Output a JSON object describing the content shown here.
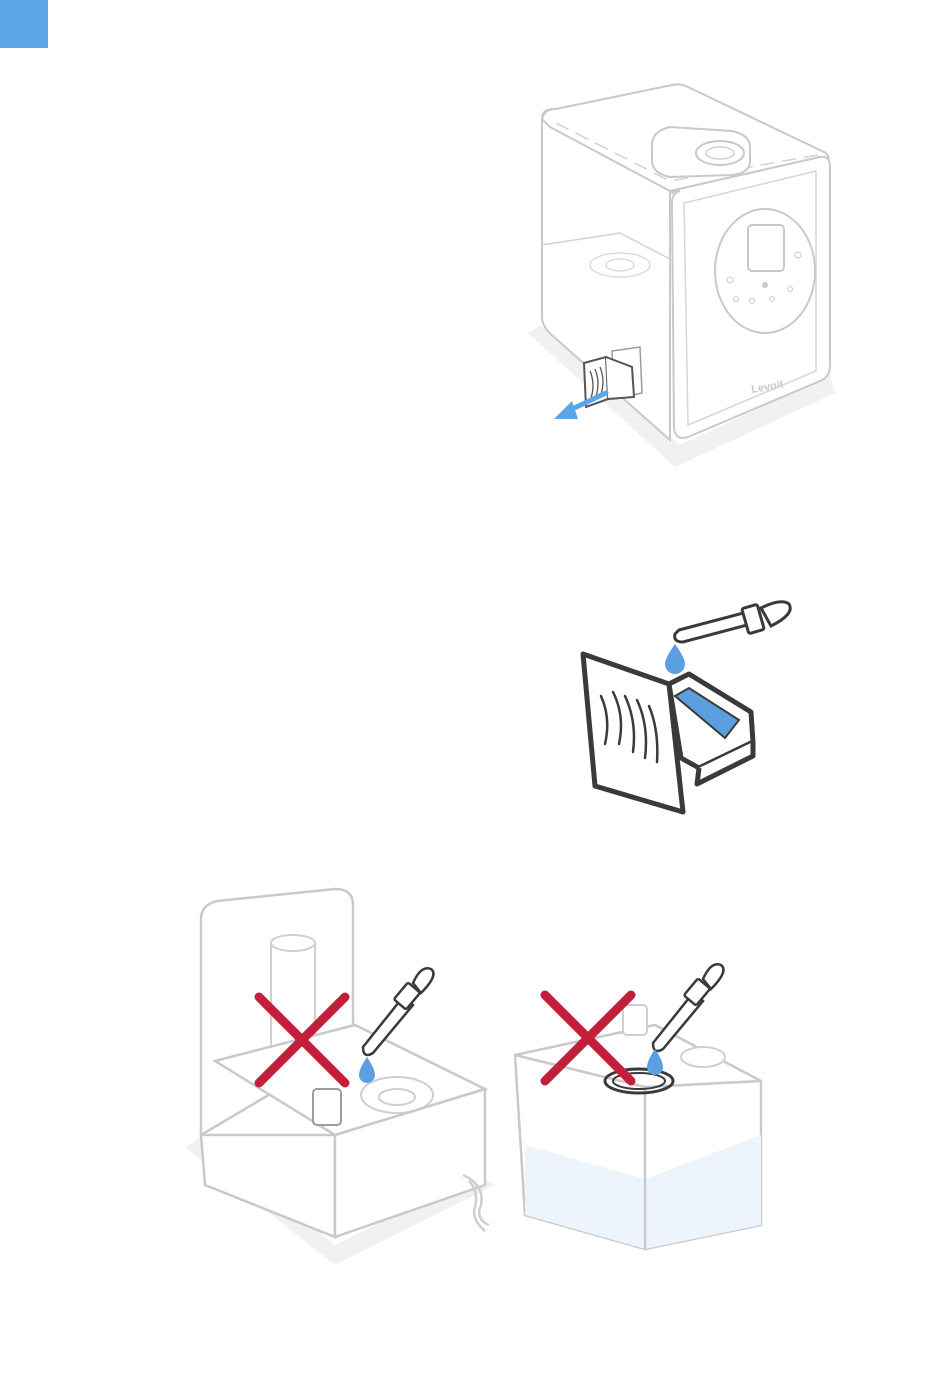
{
  "page": {
    "background": "#ffffff",
    "accent_color": "#5aa6e6",
    "outline_color": "#c9c9c9",
    "dark_outline_color": "#3a3a3a",
    "warning_color": "#c41f3a",
    "water_color": "#5b9fe0"
  },
  "figure_1": {
    "subject": "humidifier-with-aroma-tray-pulled-out",
    "brand_mark": "Levoit",
    "arrow_icon": "arrow-pull-out-icon"
  },
  "figure_2": {
    "subject": "aroma-tray-with-dropper",
    "icons": [
      "dropper-icon",
      "water-drop-icon"
    ]
  },
  "figure_3": {
    "subject": "do-not-add-oil-to-base-or-tank",
    "icons": [
      "cross-mark-icon",
      "dropper-icon",
      "water-drop-icon"
    ]
  }
}
